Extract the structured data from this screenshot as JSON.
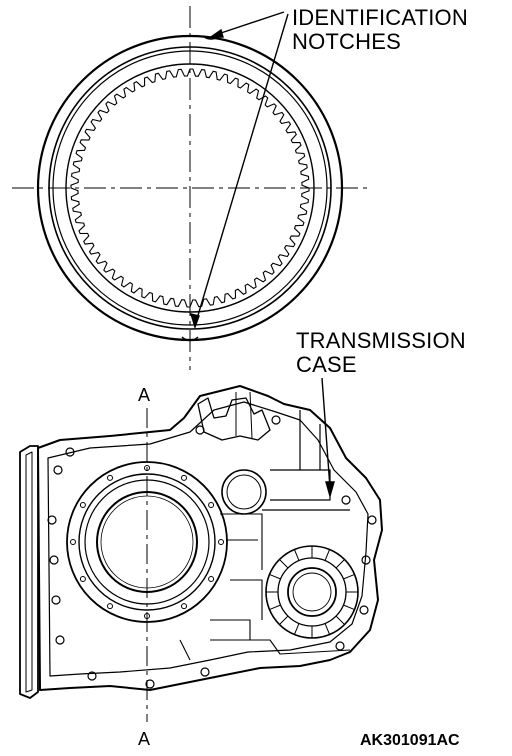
{
  "labels": {
    "identification_line1": "IDENTIFICATION",
    "identification_line2": "NOTCHES",
    "transmission_line1": "TRANSMISSION",
    "transmission_line2": "CASE",
    "section_top": "A",
    "section_bottom": "A",
    "figure_code": "AK301091AC"
  },
  "colors": {
    "ink": "#000000",
    "paper": "#ffffff"
  },
  "plate": {
    "teeth": 64
  }
}
